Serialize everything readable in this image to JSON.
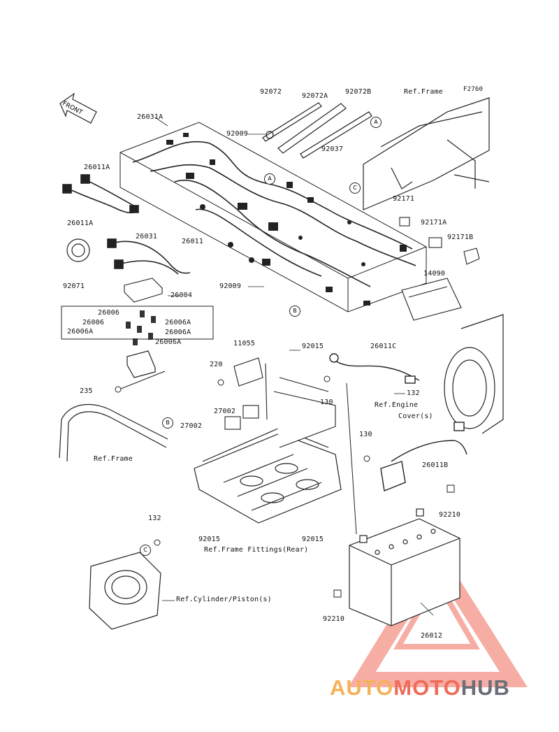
{
  "diagram_code": "F2760",
  "front_label": "FRONT",
  "parts": {
    "p92072": "92072",
    "p92072A": "92072A",
    "p92072B": "92072B",
    "ref_frame_top": "Ref.Frame",
    "p26031A": "26031A",
    "p92009_top": "92009",
    "p92037": "92037",
    "p26011A_top": "26011A",
    "p26011A_bot": "26011A",
    "p92171": "92171",
    "p92171A": "92171A",
    "p92171B": "92171B",
    "p26031": "26031",
    "p26011_mid": "26011",
    "p92071": "92071",
    "p14090": "14090",
    "p26004": "26004",
    "p92009_mid": "92009",
    "p26006_1": "26006",
    "p26006_2": "26006",
    "p26006A_1": "26006A",
    "p26006A_2": "26006A",
    "p26006A_3": "26006A",
    "p26006A_4": "26006A",
    "p11055": "11055",
    "p92015_top": "92015",
    "p26011C": "26011C",
    "p220": "220",
    "p235": "235",
    "p130_a": "130",
    "p132_a": "132",
    "ref_engine_cover_1": "Ref.Engine",
    "ref_engine_cover_2": "Cover(s)",
    "p27002_a": "27002",
    "p27002_b": "27002",
    "ref_frame_left": "Ref.Frame",
    "p130_b": "130",
    "p26011B": "26011B",
    "p92210_right": "92210",
    "p132_b": "132",
    "p92015_bl": "92015",
    "p92015_br": "92015",
    "ref_frame_fittings": "Ref.Frame Fittings(Rear)",
    "ref_cylinder": "Ref.Cylinder/Piston(s)",
    "p92210_left": "92210",
    "p26012": "26012"
  },
  "callouts": {
    "A": "A",
    "B": "B",
    "C": "C"
  },
  "watermark": {
    "part1": "AUTO",
    "part2": "MOTO",
    "part3": "HUB",
    "color_auto": "#f6b25a",
    "color_moto": "#ef6b5a",
    "color_hub": "#6b6e78",
    "triangle_color": "#ef6b5a"
  }
}
